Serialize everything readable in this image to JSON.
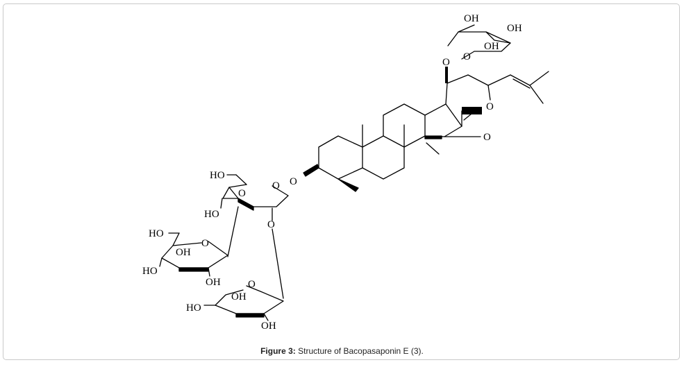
{
  "figure": {
    "caption_label": "Figure 3:",
    "caption_text": "Structure of Bacopasaponin E (3)."
  },
  "atom_labels": {
    "oh_top_sugar_1": "OH",
    "oh_top_sugar_2": "OH",
    "oh_top_sugar_3": "OH",
    "o_top_sugar_ring": "O",
    "o_top_glycosidic": "O",
    "o_side_chain_ether": "O",
    "o_spiro_ring": "O",
    "o_aglycone_3": "O",
    "ho_glc1_ch2oh": "HO",
    "o_glc1_ring": "O",
    "o_glc1_link_3": "O",
    "ho_glc1_4": "HO",
    "o_glc1_link_2": "O",
    "ho_glc2_ch2oh": "HO",
    "o_glc2_ring": "O",
    "oh_glc2_3": "OH",
    "ho_glc2_4": "HO",
    "oh_glc2_2": "OH",
    "o_ara_ring": "O",
    "oh_ara_3": "OH",
    "ho_ara_ch2": "HO",
    "oh_ara_2": "OH"
  }
}
